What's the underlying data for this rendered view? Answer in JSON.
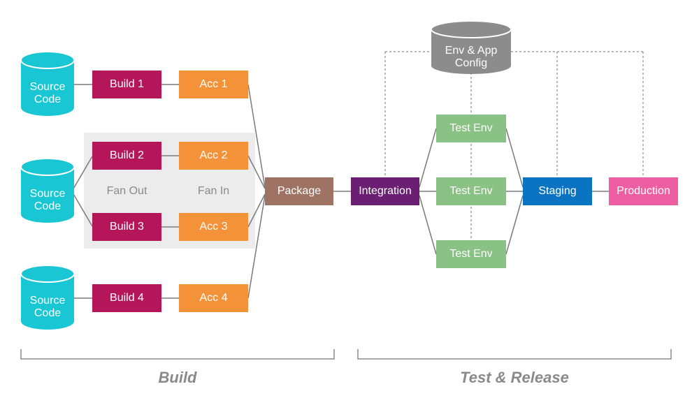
{
  "colors": {
    "source": "#19c6d4",
    "config_db": "#8c8c8c",
    "build": "#b5165a",
    "acc": "#f4923a",
    "package": "#9e7363",
    "integration": "#6b1f73",
    "test_env": "#8ac185",
    "staging": "#0a74c2",
    "production": "#ee5ea2",
    "fan_panel": "#ececec",
    "connector": "#7a7a7a"
  },
  "source_code": [
    {
      "line1": "Source",
      "line2": "Code"
    },
    {
      "line1": "Source",
      "line2": "Code"
    },
    {
      "line1": "Source",
      "line2": "Code"
    }
  ],
  "builds": [
    "Build 1",
    "Build 2",
    "Build 3",
    "Build 4"
  ],
  "accs": [
    "Acc 1",
    "Acc 2",
    "Acc 3",
    "Acc 4"
  ],
  "fan": {
    "out": "Fan Out",
    "in": "Fan In"
  },
  "package": "Package",
  "integration": "Integration",
  "config": {
    "line1": "Env & App",
    "line2": "Config"
  },
  "test_envs": [
    "Test Env",
    "Test Env",
    "Test Env"
  ],
  "staging": "Staging",
  "production": "Production",
  "sections": {
    "build": "Build",
    "test_release": "Test & Release"
  }
}
